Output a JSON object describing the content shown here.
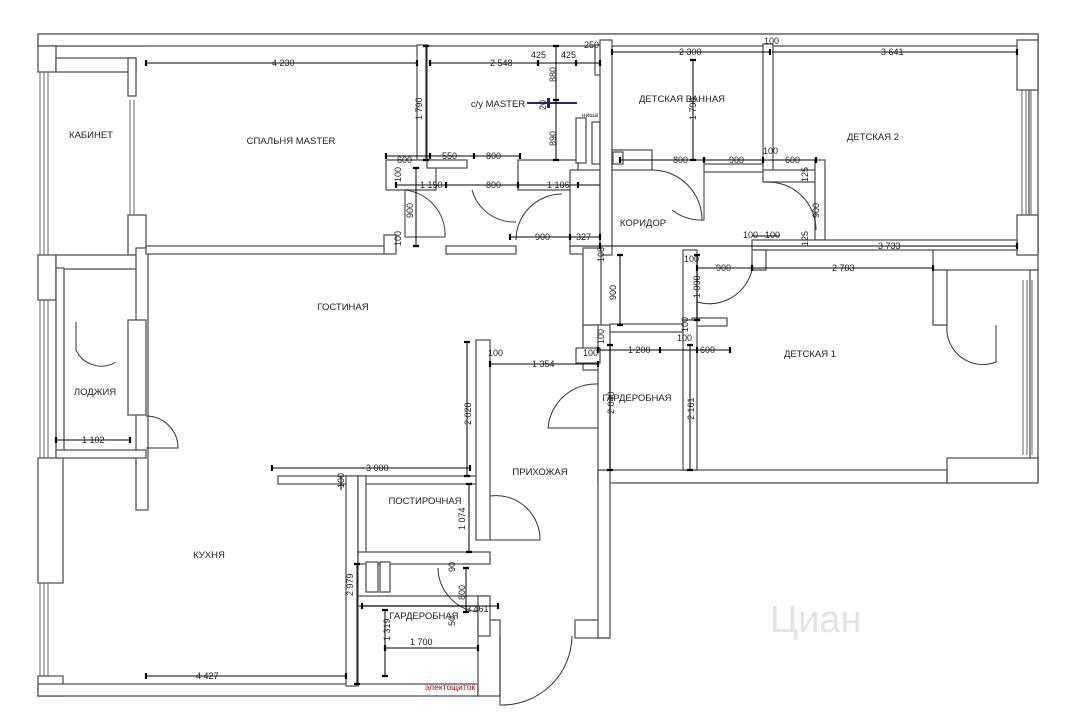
{
  "rooms": {
    "kabinet": "КАБИНЕТ",
    "spalnya": "СПАЛЬНЯ MASTER",
    "su_master": "с/у MASTER",
    "nisha": "ниша",
    "detskaya_vannaya": "ДЕТСКАЯ ВАННАЯ",
    "detskaya2": "ДЕТСКАЯ 2",
    "koridor": "КОРИДОР",
    "gostinaya": "ГОСТИНАЯ",
    "lodzhiya": "ЛОДЖИЯ",
    "detskaya1": "ДЕТСКАЯ 1",
    "garderobnaya1": "ГАРДЕРОБНАЯ",
    "prihozhaya": "ПРИХОЖАЯ",
    "postirochnaya": "ПОСТИРОЧНАЯ",
    "kuhnya": "КУХНЯ",
    "garderobnaya2": "ГАРДЕРОБНАЯ"
  },
  "labels": {
    "electro": "электощиток",
    "watermark": "Циан"
  },
  "dims": {
    "d4230": "4 230",
    "d2548": "2 548",
    "d425a": "425",
    "d425b": "425",
    "d250": "250",
    "d2300": "2 300",
    "d100a": "100",
    "d3641": "3 641",
    "d880": "880",
    "d890": "890",
    "d1790a": "1 790",
    "d1790b": "1 790",
    "d20": "20",
    "d600a": "600",
    "d550": "550",
    "d800a": "800",
    "d800b": "800",
    "d900a": "900",
    "d100b": "100",
    "d600b": "600",
    "d100c": "100",
    "d1150": "1 150",
    "d800c": "800",
    "d1106": "1 106",
    "d900b": "900",
    "d100d": "100",
    "d900c": "900",
    "d327": "327",
    "d125": "125",
    "d900d": "900",
    "d125b": "125",
    "d100e": "100",
    "d100f": "100",
    "d3733": "3 733",
    "d108": "108",
    "d100g": "100",
    "d900e": "900",
    "d2703": "2 703",
    "d900f": "900",
    "d1090": "1 090",
    "d100h": "100",
    "d100i": "100",
    "d100j": "100",
    "d100k": "100",
    "d1354": "1 354",
    "d100l": "100",
    "d1200": "1 200",
    "d600c": "600",
    "d2020": "2 020",
    "d2040": "2 040",
    "d2161": "2 161",
    "d1102": "1 102",
    "d3000": "3 000",
    "d100m": "100",
    "d1074": "1 074",
    "d2979": "2 979",
    "d90": "90",
    "d800d": "800",
    "d3461": "3 461",
    "d50": "50",
    "d1319": "1 319",
    "d1700": "1 700",
    "d4427": "4 427"
  },
  "colors": {
    "wall": "#555555",
    "accent": "#1f2a6e",
    "electro": "#c00000"
  }
}
